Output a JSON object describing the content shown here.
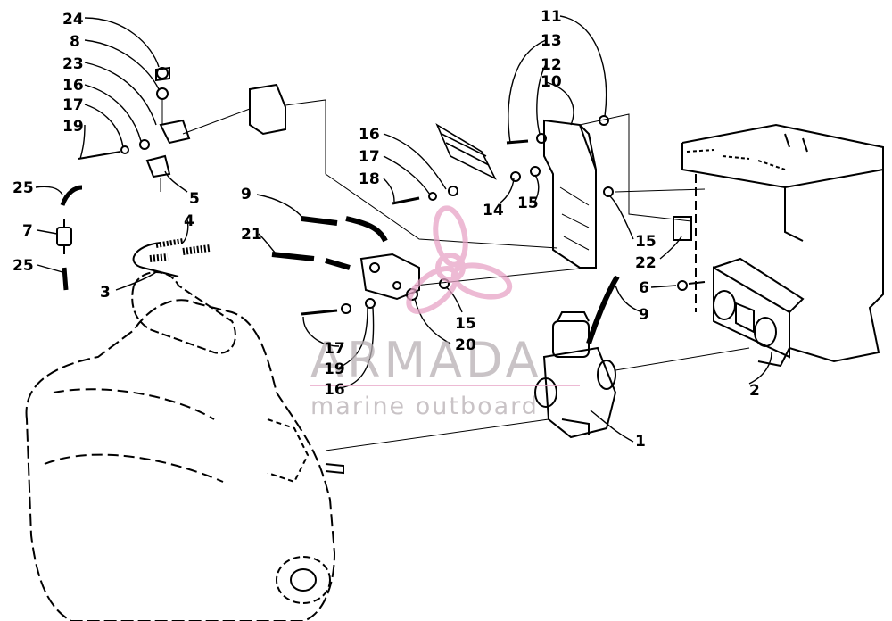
{
  "diagram": {
    "callouts": [
      {
        "id": "c24",
        "label": "24"
      },
      {
        "id": "c8",
        "label": "8"
      },
      {
        "id": "c23",
        "label": "23"
      },
      {
        "id": "c16a",
        "label": "16"
      },
      {
        "id": "c17a",
        "label": "17"
      },
      {
        "id": "c19a",
        "label": "19"
      },
      {
        "id": "c25a",
        "label": "25"
      },
      {
        "id": "c5",
        "label": "5"
      },
      {
        "id": "c7",
        "label": "7"
      },
      {
        "id": "c4",
        "label": "4"
      },
      {
        "id": "c25b",
        "label": "25"
      },
      {
        "id": "c3",
        "label": "3"
      },
      {
        "id": "c9a",
        "label": "9"
      },
      {
        "id": "c21",
        "label": "21"
      },
      {
        "id": "c16b",
        "label": "16"
      },
      {
        "id": "c17b",
        "label": "17"
      },
      {
        "id": "c18",
        "label": "18"
      },
      {
        "id": "c14",
        "label": "14"
      },
      {
        "id": "c15a",
        "label": "15"
      },
      {
        "id": "c11",
        "label": "11"
      },
      {
        "id": "c13",
        "label": "13"
      },
      {
        "id": "c12",
        "label": "12"
      },
      {
        "id": "c10",
        "label": "10"
      },
      {
        "id": "c15b",
        "label": "15"
      },
      {
        "id": "c22",
        "label": "22"
      },
      {
        "id": "c6",
        "label": "6"
      },
      {
        "id": "c9b",
        "label": "9"
      },
      {
        "id": "c15c",
        "label": "15"
      },
      {
        "id": "c20",
        "label": "20"
      },
      {
        "id": "c17c",
        "label": "17"
      },
      {
        "id": "c19b",
        "label": "19"
      },
      {
        "id": "c16c",
        "label": "16"
      },
      {
        "id": "c2",
        "label": "2"
      },
      {
        "id": "c1",
        "label": "1"
      }
    ]
  },
  "watermark": {
    "title": "ARMADA",
    "subtitle": "marine outboard",
    "logo_color": "#e7a3c6"
  }
}
